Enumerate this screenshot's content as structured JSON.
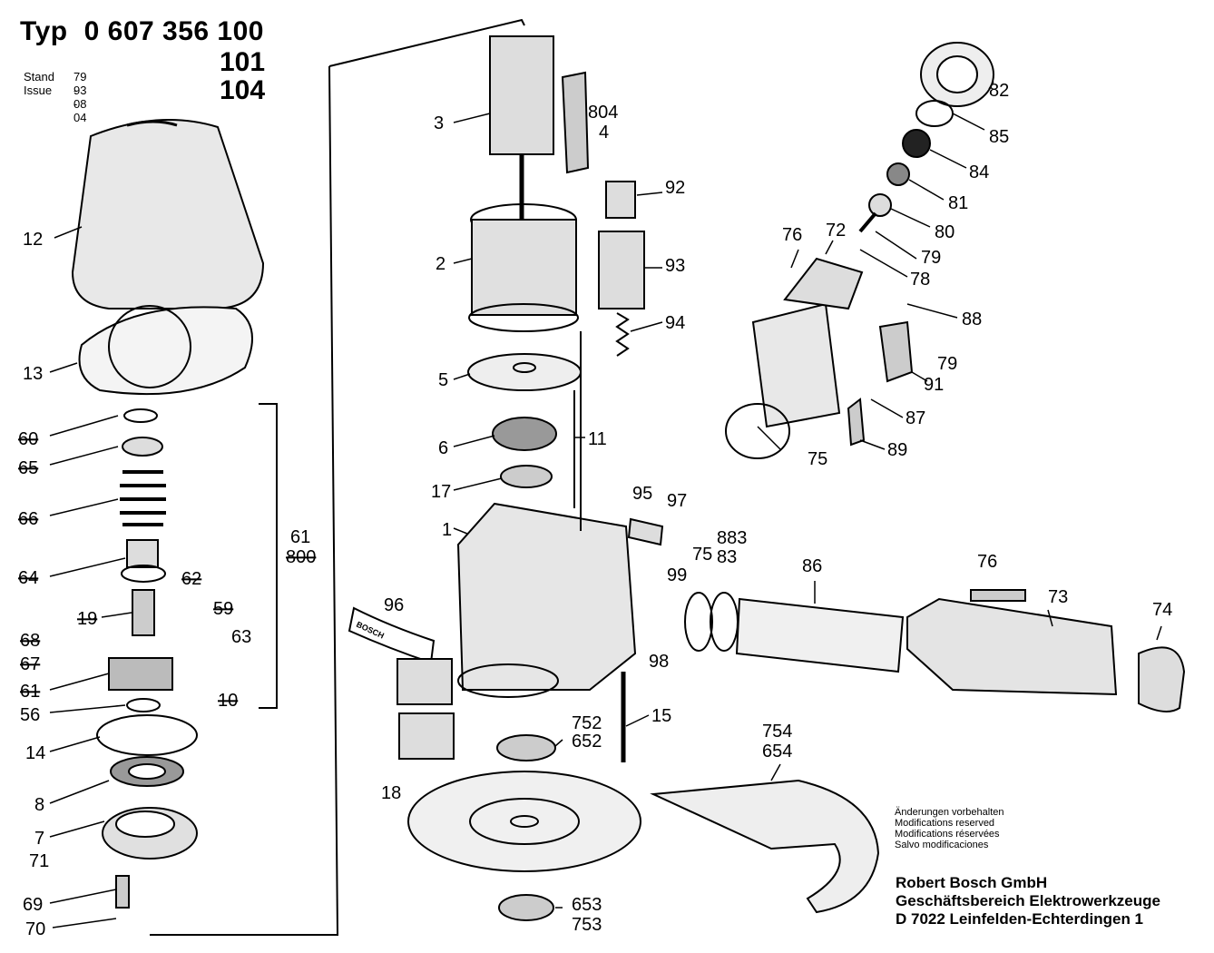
{
  "header": {
    "typ_label": "Typ",
    "number": "0 607 356 100",
    "variants": [
      "101",
      "104"
    ],
    "stand_label": "Stand",
    "stand_value": "79 - 08",
    "issue_label": "Issue",
    "issue_value": "93 - 04"
  },
  "labels": {
    "p1": "1",
    "p2": "2",
    "p3": "3",
    "p4": "4",
    "p5": "5",
    "p6": "6",
    "p7": "7",
    "p8": "8",
    "p10": "10",
    "p11": "11",
    "p12": "12",
    "p13": "13",
    "p14": "14",
    "p15": "15",
    "p17": "17",
    "p18": "18",
    "p19": "19",
    "p56": "56",
    "p59": "59",
    "p60": "60",
    "p61a": "61",
    "p61b": "61",
    "p62": "62",
    "p63": "63",
    "p64": "64",
    "p65": "65",
    "p66": "66",
    "p67": "67",
    "p68": "68",
    "p69": "69",
    "p70": "70",
    "p71": "71",
    "p72": "72",
    "p73": "73",
    "p74": "74",
    "p75a": "75",
    "p75b": "75",
    "p76a": "76",
    "p76b": "76",
    "p78": "78",
    "p79a": "79",
    "p79b": "79",
    "p80": "80",
    "p81": "81",
    "p82": "82",
    "p83": "83",
    "p84": "84",
    "p85": "85",
    "p86": "86",
    "p87": "87",
    "p88": "88",
    "p89": "89",
    "p91": "91",
    "p92": "92",
    "p93": "93",
    "p94": "94",
    "p95": "95",
    "p96": "96",
    "p97": "97",
    "p98": "98",
    "p99": "99",
    "p652": "652",
    "p653": "653",
    "p654": "654",
    "p752": "752",
    "p753": "753",
    "p754": "754",
    "p800": "800",
    "p804": "804",
    "p883": "883"
  },
  "label_text_on_part": "BOSCH",
  "notes": [
    "Änderungen vorbehalten",
    "Modifications reserved",
    "Modifications réservées",
    "Salvo modificaciones"
  ],
  "address": [
    "Robert Bosch GmbH",
    "Geschäftsbereich Elektrowerkzeuge",
    "D 7022 Leinfelden-Echterdingen 1"
  ]
}
